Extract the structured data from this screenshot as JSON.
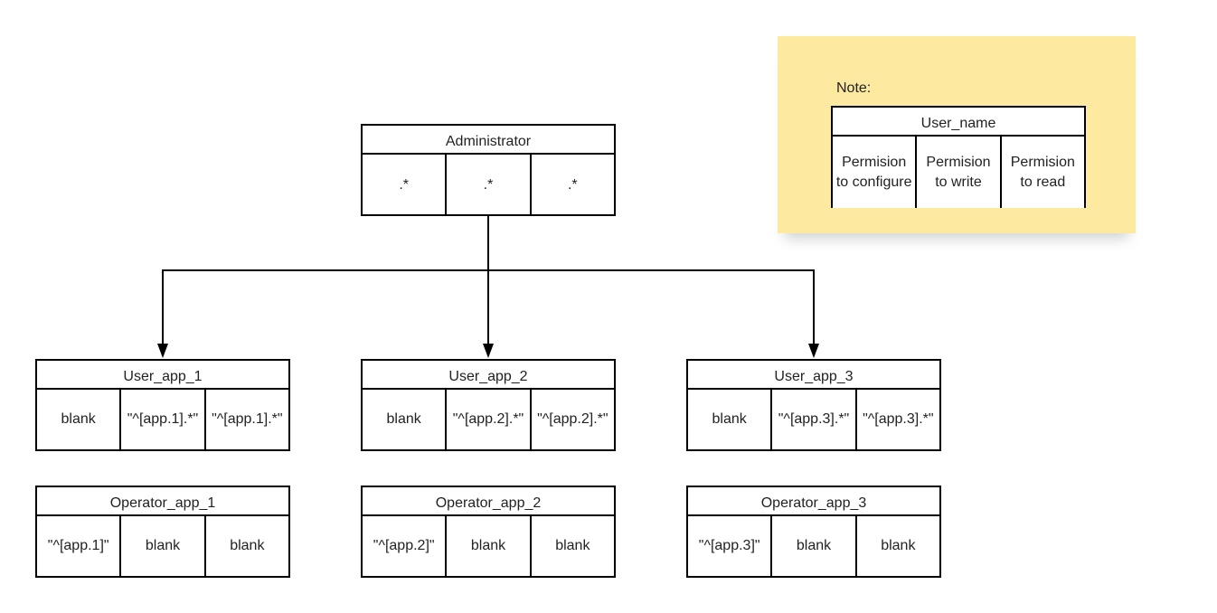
{
  "note": {
    "label": "Note:",
    "legend": {
      "title": "User_name",
      "cells": [
        "Permision to configure",
        "Permision to write",
        "Permision to read"
      ]
    }
  },
  "admin": {
    "title": "Administrator",
    "cells": [
      ".*",
      ".*",
      ".*"
    ]
  },
  "user_apps": [
    {
      "title": "User_app_1",
      "cells": [
        "blank",
        "\"^[app.1].*\"",
        "\"^[app.1].*\""
      ]
    },
    {
      "title": "User_app_2",
      "cells": [
        "blank",
        "\"^[app.2].*\"",
        "\"^[app.2].*\""
      ]
    },
    {
      "title": "User_app_3",
      "cells": [
        "blank",
        "\"^[app.3].*\"",
        "\"^[app.3].*\""
      ]
    }
  ],
  "operator_apps": [
    {
      "title": "Operator_app_1",
      "cells": [
        "\"^[app.1]\"",
        "blank",
        "blank"
      ]
    },
    {
      "title": "Operator_app_2",
      "cells": [
        "\"^[app.2]\"",
        "blank",
        "blank"
      ]
    },
    {
      "title": "Operator_app_3",
      "cells": [
        "\"^[app.3]\"",
        "blank",
        "blank"
      ]
    }
  ],
  "colors": {
    "note_background": "#fdeaa0",
    "line": "#000000"
  }
}
